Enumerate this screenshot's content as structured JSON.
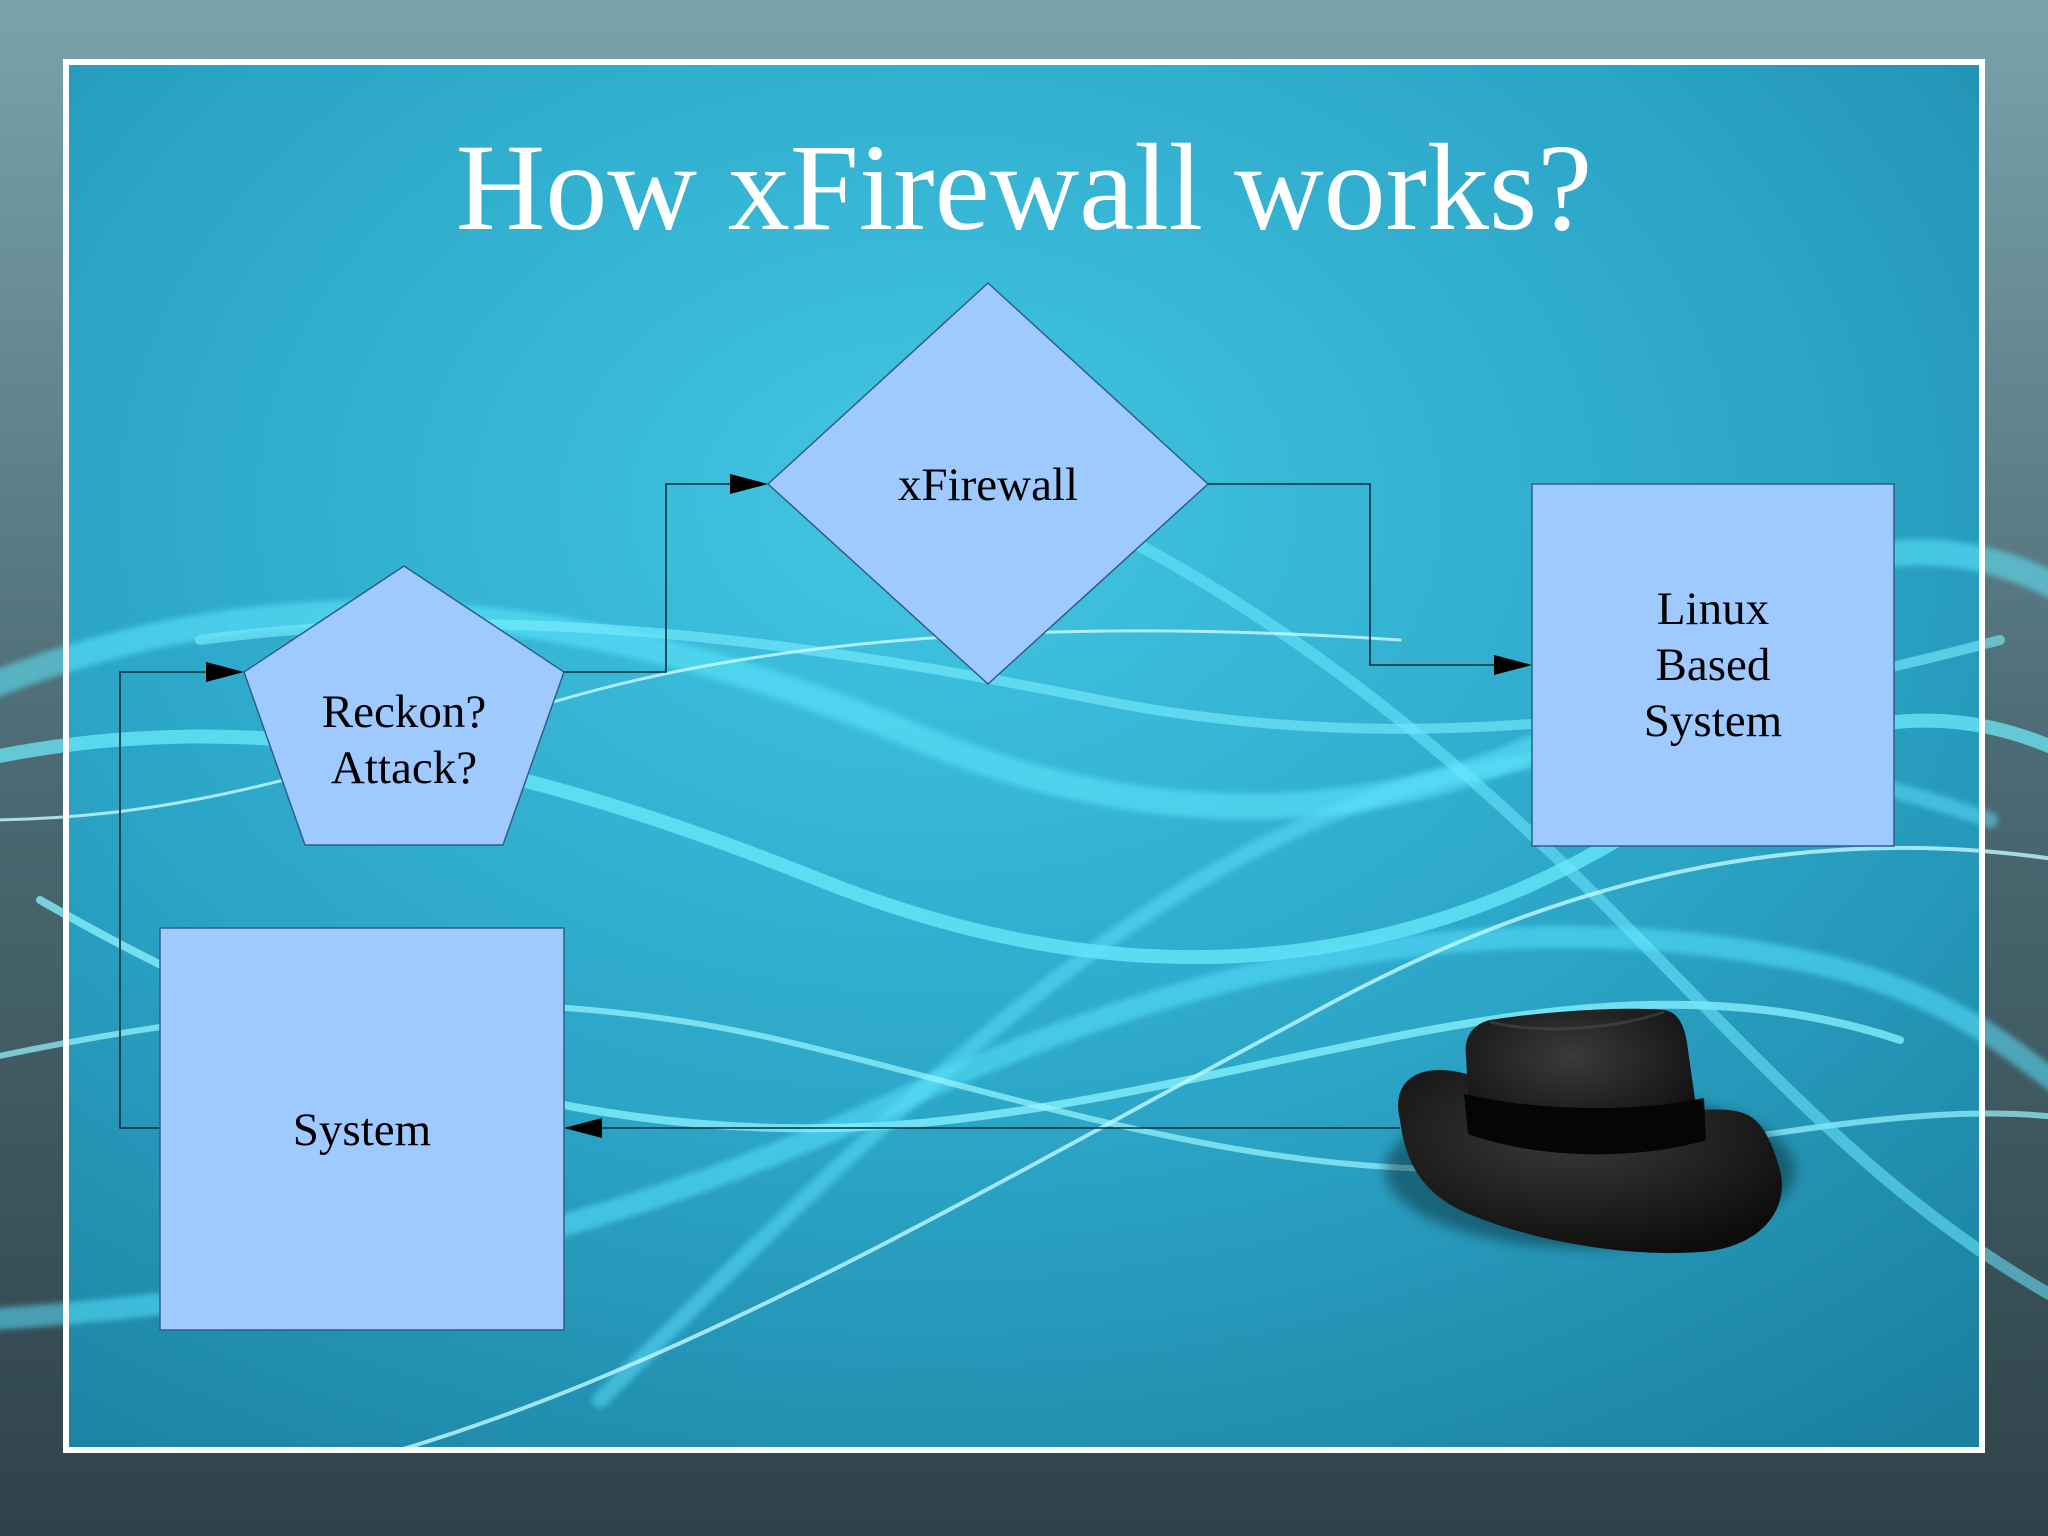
{
  "slide": {
    "title": "How xFirewall works?"
  },
  "colors": {
    "node_fill": "#9fcaff",
    "node_stroke": "#2d5f86",
    "connector": "#0c2e3a",
    "slide_frame": "#ffffff",
    "slide_background": "#2ba7c8",
    "outer_background": "#3f5a63",
    "light_streaks": "#5fe9ff"
  },
  "nodes": {
    "reckon_attack": {
      "shape": "pentagon",
      "label": "Reckon?\nAttack?"
    },
    "xfirewall": {
      "shape": "diamond",
      "label": "xFirewall"
    },
    "linux_system": {
      "shape": "rectangle",
      "label": "Linux\nBased\nSystem"
    },
    "system": {
      "shape": "rectangle",
      "label": "System"
    }
  },
  "connectors": [
    {
      "from": "system",
      "to": "reckon_attack"
    },
    {
      "from": "reckon_attack",
      "to": "xfirewall"
    },
    {
      "from": "xfirewall",
      "to": "linux_system"
    },
    {
      "from": "black_hat",
      "to": "system"
    }
  ],
  "decorations": {
    "hat": "black-fedora-hat-icon"
  }
}
